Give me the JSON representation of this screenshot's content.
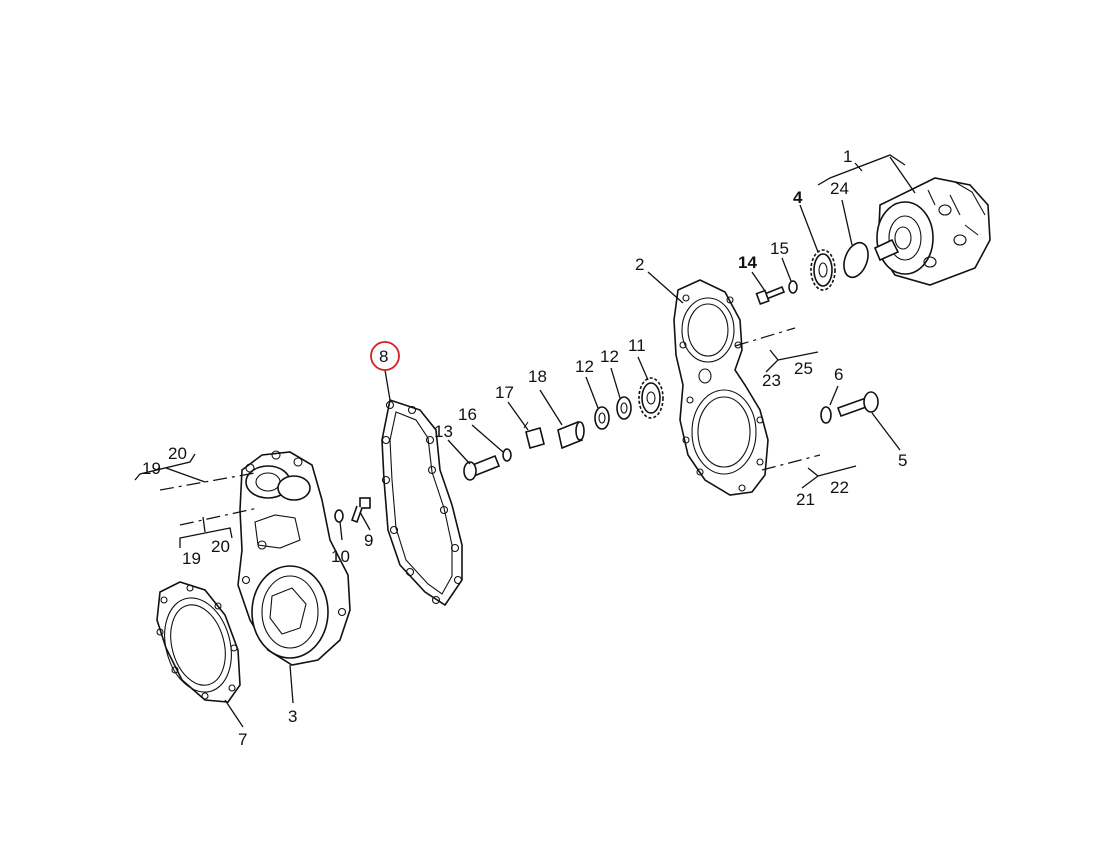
{
  "diagram": {
    "callouts": [
      {
        "id": "1",
        "text": "1"
      },
      {
        "id": "2",
        "text": "2"
      },
      {
        "id": "3",
        "text": "3"
      },
      {
        "id": "4",
        "text": "4",
        "bold": true
      },
      {
        "id": "5",
        "text": "5"
      },
      {
        "id": "6",
        "text": "6"
      },
      {
        "id": "7",
        "text": "7"
      },
      {
        "id": "8",
        "text": "8",
        "highlighted": true
      },
      {
        "id": "9",
        "text": "9"
      },
      {
        "id": "10",
        "text": "10"
      },
      {
        "id": "11",
        "text": "11"
      },
      {
        "id": "12a",
        "text": "12"
      },
      {
        "id": "12b",
        "text": "12"
      },
      {
        "id": "13",
        "text": "13"
      },
      {
        "id": "14",
        "text": "14",
        "bold": true
      },
      {
        "id": "15",
        "text": "15"
      },
      {
        "id": "16",
        "text": "16"
      },
      {
        "id": "17",
        "text": "17"
      },
      {
        "id": "18",
        "text": "18"
      },
      {
        "id": "19a",
        "text": "19"
      },
      {
        "id": "20a",
        "text": "20"
      },
      {
        "id": "19b",
        "text": "19"
      },
      {
        "id": "20b",
        "text": "20"
      },
      {
        "id": "21",
        "text": "21"
      },
      {
        "id": "22",
        "text": "22"
      },
      {
        "id": "23",
        "text": "23"
      },
      {
        "id": "24",
        "text": "24"
      },
      {
        "id": "25",
        "text": "25"
      }
    ],
    "highlight_color": "#d42020"
  }
}
